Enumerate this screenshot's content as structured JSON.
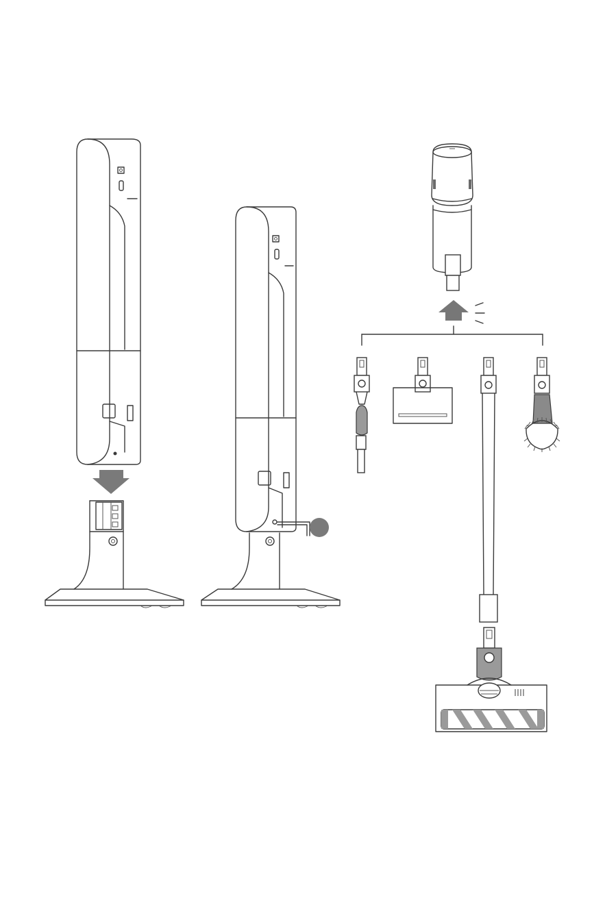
{
  "colors": {
    "line": "#3a3a3a",
    "arrow": "#777777",
    "marker": "#7a7a7a",
    "background": "#ffffff"
  },
  "figures": [
    {
      "name": "vacuum-in-dock-step-mount"
    },
    {
      "name": "vacuum-in-dock-step-secure"
    },
    {
      "name": "handheld-unit-with-attachments"
    }
  ]
}
